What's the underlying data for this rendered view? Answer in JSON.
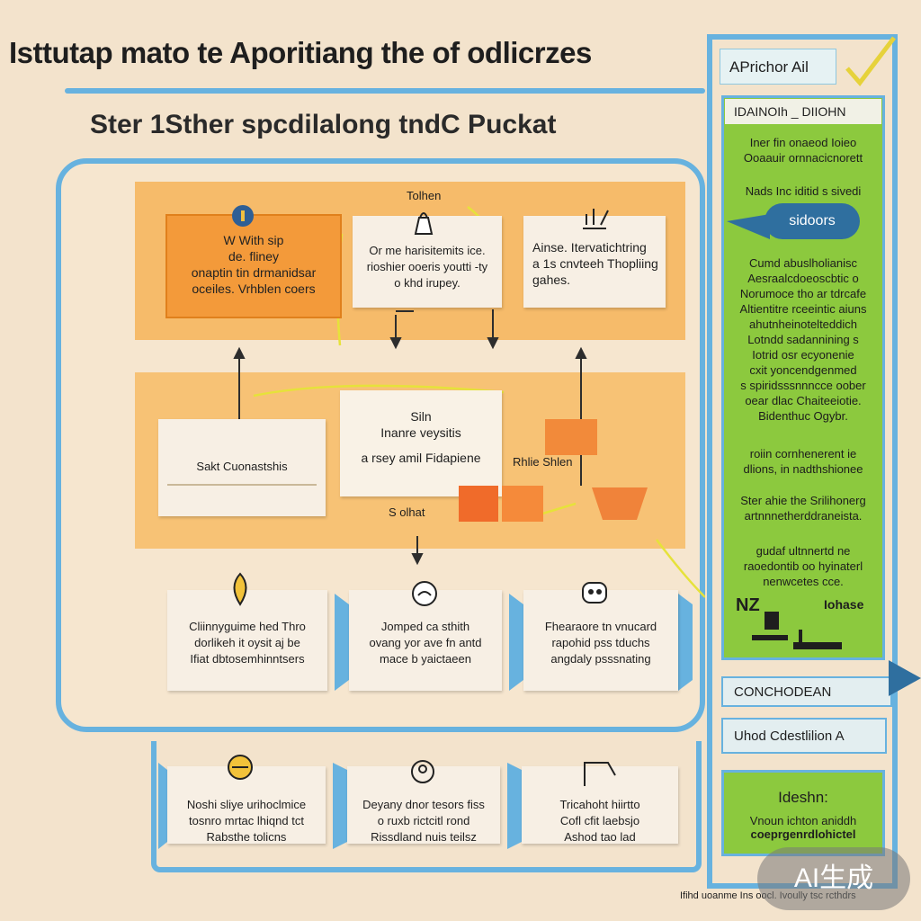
{
  "header": {
    "title": "Isttutap mato te Aporitiang the of odlicrzes",
    "subtitle": "Ster 1Sther spcdilalong tndC Puckat"
  },
  "diagram": {
    "top_label": "Tolhen",
    "orange_card": [
      "W With sip",
      "de. fliney",
      "onaptin tin drmanidsar",
      "oceiles. Vrhblen coers"
    ],
    "card_b": [
      "Or me harisitemits ice.",
      "rioshier ooeris youtti -ty",
      "o khd irupey."
    ],
    "card_c": [
      "Ainse. Itervatichtring",
      "a 1s cnvteeh Thopliing",
      "gahes."
    ],
    "card_d": [
      "Sakt Cuonastshis"
    ],
    "card_e": [
      "Siln",
      "Inanre veysitis",
      "a rsey amil Fidapiene"
    ],
    "label_right": "Rhlie Shlen",
    "label_center": "S olhat",
    "row3": [
      [
        "Cliinnyguime hed Thro",
        "dorlikeh it oysit aj be",
        "Ifiat dbtosemhinntsers"
      ],
      [
        "Jomped ca sthith",
        "ovang yor ave fn antd",
        "mace b yaictaeen"
      ],
      [
        "Fhearaore tn vnucard",
        "rapohid pss tduchs",
        "angdaly psssnating"
      ]
    ],
    "row4": [
      [
        "Noshi sliye urihoclmice",
        "tosnro mrtac lhiqnd tct",
        "Rabsthe tolicns"
      ],
      [
        "Deyany dnor tesors fiss",
        "o ruxb rictcitl rond",
        "Rissdland nuis teilsz"
      ],
      [
        "Tricahoht hiirtto",
        "Cofl cfit laebsjo",
        "Ashod tao lad"
      ]
    ]
  },
  "sidebar": {
    "head": "APrichor Ail",
    "green_head": "IDAINOIh _ DIIOHN",
    "block1": [
      "Iner fin onaeod Ioieo",
      "Ooaauir ornnacicnorett"
    ],
    "block2": "Nads Inc iditid s sivedi",
    "pill": "sidoors",
    "block3": [
      "Cumd abuslholianisc",
      "Aesraalcdoeoscbtic o",
      "Norumoce tho ar tdrcafe",
      "Altientitre rceeintic aiuns",
      "ahutnheinotelteddich",
      "Lotndd sadannining s",
      "Iotrid osr ecyonenie",
      "cxit yoncendgenmed",
      "s spiridsssnnncce oober",
      "oear dlac Chaiteeiotie.",
      "Bidenthuc Ogybr."
    ],
    "block4": [
      "roiin cornhenerent ie",
      "dlions, in nadthshionee"
    ],
    "block5": [
      "Ster ahie the Srilihonerg",
      "artnnnetherddraneista."
    ],
    "block6": [
      "gudaf ultnnertd ne",
      "raoedontib oo hyinaterl",
      "nenwcetes cce."
    ],
    "block7_left": "NZ",
    "block7_right": "Iohase",
    "box1": "CONCHODEAN",
    "box2": "Uhod Cdestlilion A",
    "green2_title": "Ideshn:",
    "green2_text": [
      "Vnoun ichton aniddh",
      "coeprgenrdlohictel"
    ]
  },
  "footer": "Ifihd uoanme  Ins oocl. Ivoully tsc rcthdrs",
  "badge": "AI生成",
  "colors": {
    "frame_blue": "#67b2df",
    "orange": "#f39a3a",
    "sidebar_green": "#8cc93e",
    "band_orange": "#f6bb6a"
  }
}
